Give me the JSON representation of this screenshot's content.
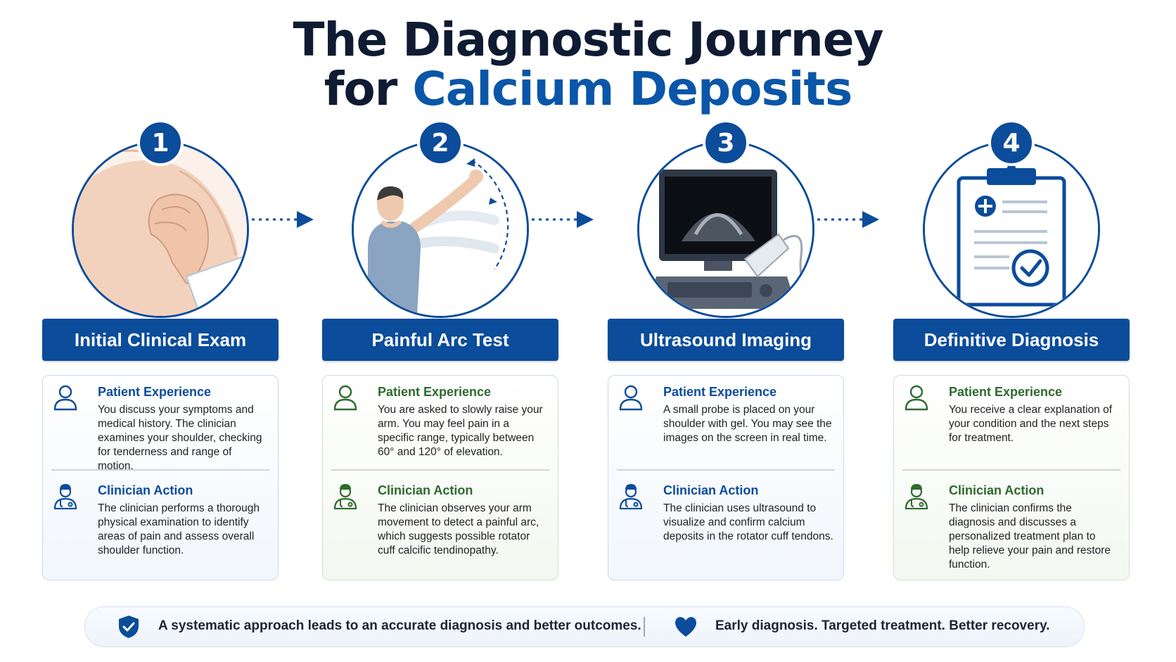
{
  "title": {
    "line1": "The Diagnostic Journey",
    "line2_prefix": "for ",
    "line2_highlight": "Calcium Deposits"
  },
  "colors": {
    "primary_blue": "#0b4c9b",
    "highlight_blue": "#0a56a8",
    "green_heading": "#2e6a2e",
    "title_dark": "#0e1b33"
  },
  "steps": [
    {
      "number": "1",
      "illustration": "shoulder-palpation-illustration",
      "title": "Initial Clinical Exam",
      "patient_heading": "Patient Experience",
      "patient_text": "You discuss your symptoms and medical history. The clinician examines your shoulder, checking for tenderness and range of motion.",
      "clinician_heading": "Clinician Action",
      "clinician_text": "The clinician performs a thorough physical examination to identify areas of pain and assess overall shoulder function."
    },
    {
      "number": "2",
      "illustration": "arm-raise-arc-illustration",
      "title": "Painful Arc Test",
      "patient_heading": "Patient Experience",
      "patient_text": "You are asked to slowly raise your arm. You may feel pain in a specific range, typically between 60° and 120° of elevation.",
      "clinician_heading": "Clinician Action",
      "clinician_text": "The clinician observes your arm movement to detect a painful arc, which suggests possible rotator cuff calcific tendinopathy."
    },
    {
      "number": "3",
      "illustration": "ultrasound-machine-illustration",
      "title": "Ultrasound Imaging",
      "patient_heading": "Patient Experience",
      "patient_text": "A small probe is placed on your shoulder with gel. You may see the images on the screen in real time.",
      "clinician_heading": "Clinician Action",
      "clinician_text": "The clinician uses ultrasound to visualize and confirm calcium deposits in the rotator cuff tendons."
    },
    {
      "number": "4",
      "illustration": "clipboard-check-illustration",
      "title": "Definitive Diagnosis",
      "patient_heading": "Patient Experience",
      "patient_text": "You receive a clear explanation of your condition and the next steps for treatment.",
      "clinician_heading": "Clinician Action",
      "clinician_text": "The clinician confirms the diagnosis and discusses a personalized treatment plan to help relieve your pain and restore function."
    }
  ],
  "footer": {
    "left_icon": "shield-check-icon",
    "left_text": "A systematic approach leads to an accurate diagnosis and better outcomes.",
    "right_icon": "heart-icon",
    "right_text": "Early diagnosis. Targeted treatment. Better recovery."
  }
}
